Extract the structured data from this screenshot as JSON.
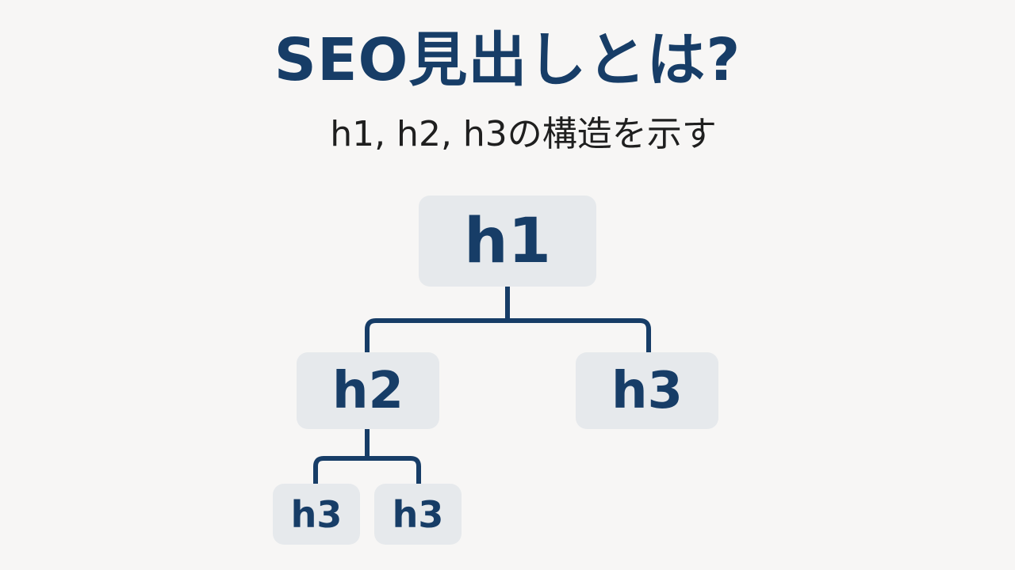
{
  "title": "SEO見出しとは?",
  "subtitle": "h1, h2, h3の構造を示す",
  "colors": {
    "background": "#f7f6f5",
    "accent": "#173d67",
    "node_fill": "#e6e9ec",
    "subtitle_text": "#1f1f1f"
  },
  "tree": {
    "root": {
      "label": "h1"
    },
    "level2": [
      {
        "label": "h2",
        "children": [
          {
            "label": "h3"
          },
          {
            "label": "h3"
          }
        ]
      },
      {
        "label": "h3"
      }
    ]
  }
}
